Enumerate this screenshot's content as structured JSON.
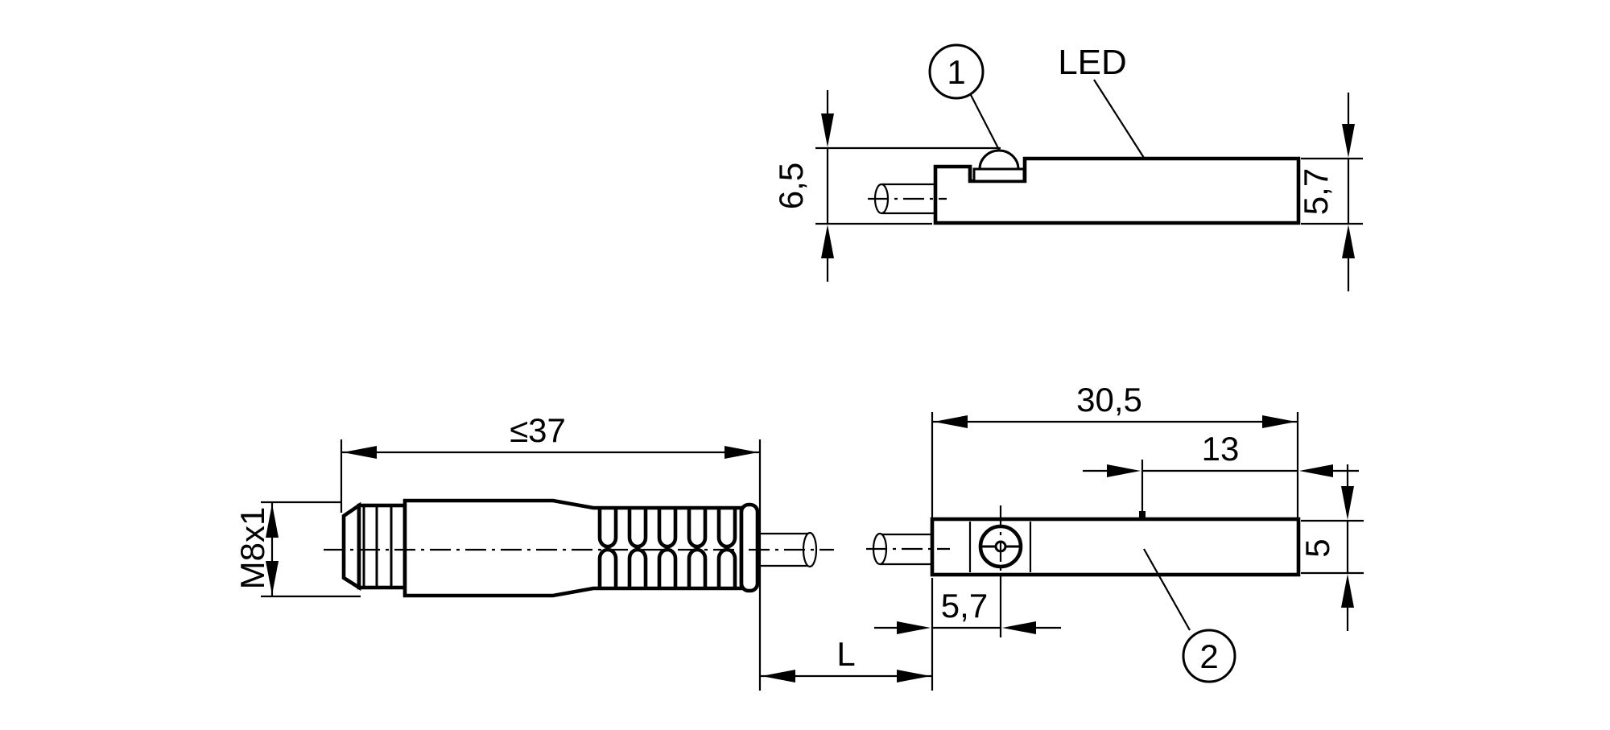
{
  "colors": {
    "background": "#ffffff",
    "line": "#000000"
  },
  "labels": {
    "led": "LED",
    "callout_1": "1",
    "callout_2": "2"
  },
  "dims": {
    "overall_height": "6,5",
    "body_height": "5,7",
    "connector_length": "≤37",
    "thread": "M8x1",
    "cable_gap": "L",
    "body_length": "30,5",
    "led_offset": "13",
    "body_width": "5",
    "hole_offset": "5,7"
  }
}
